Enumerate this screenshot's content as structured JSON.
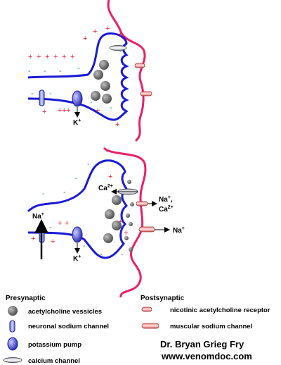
{
  "labels": {
    "top_k": "K",
    "top_k_sup": "+",
    "ca": "Ca",
    "ca_sup": "2+",
    "na_left": "Na",
    "na_left_sup": "+",
    "bottom_k": "K",
    "bottom_k_sup": "+",
    "na_ca_1": "Na",
    "na_ca_1_sup": "+",
    "na_ca_2": "Ca",
    "na_ca_2_sup": "2+",
    "na_right": "Na",
    "na_right_sup": "+"
  },
  "legend": {
    "presynaptic_title": "Presynaptic",
    "postsynaptic_title": "Postsynaptic",
    "acetylcholine_vessicles": "acetylcholine vessicles",
    "neuronal_sodium_channel": "neuronal sodium channel",
    "potassium_pump": "potassium pump",
    "calcium_channel": "calcium channel",
    "nicotinic_receptor": "nicotinic acetylcholine receptor",
    "muscular_sodium_channel": "muscular sodium channel"
  },
  "credit": {
    "name": "Dr. Bryan Grieg Fry",
    "url": "www.venomdoc.com"
  },
  "colors": {
    "neuron": "#1a1ad6",
    "muscle": "#e8206a",
    "plus": "#e0203a",
    "minus": "#2a9a3a"
  }
}
